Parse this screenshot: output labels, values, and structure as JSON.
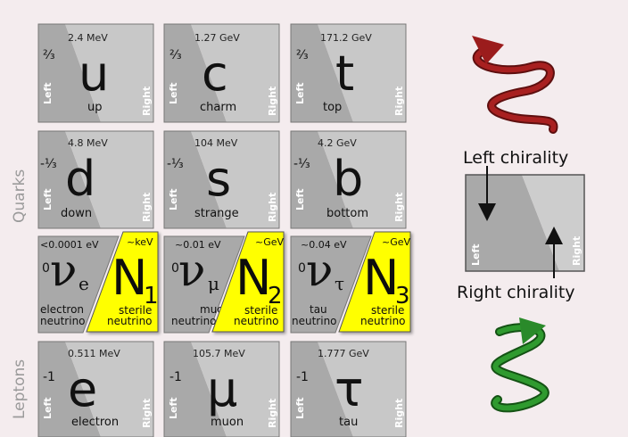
{
  "groups": {
    "quarks": "Quarks",
    "leptons": "Leptons"
  },
  "side_labels": {
    "left": "Left",
    "right": "Right"
  },
  "quarks": [
    {
      "mass": "2.4 MeV",
      "charge": "²⁄₃",
      "symbol": "u",
      "name": "up"
    },
    {
      "mass": "1.27 GeV",
      "charge": "²⁄₃",
      "symbol": "c",
      "name": "charm"
    },
    {
      "mass": "171.2 GeV",
      "charge": "²⁄₃",
      "symbol": "t",
      "name": "top"
    },
    {
      "mass": "4.8 MeV",
      "charge": "-¹⁄₃",
      "symbol": "d",
      "name": "down"
    },
    {
      "mass": "104 MeV",
      "charge": "-¹⁄₃",
      "symbol": "s",
      "name": "strange"
    },
    {
      "mass": "4.2 GeV",
      "charge": "-¹⁄₃",
      "symbol": "b",
      "name": "bottom"
    }
  ],
  "neutrinos": [
    {
      "mass": "<0.0001 eV",
      "charge": "0",
      "symbol": "ν",
      "sub": "e",
      "name1": "electron",
      "name2": "neutrino",
      "sterile": {
        "mass": "~keV",
        "symbol": "N",
        "sub": "1",
        "name1": "sterile",
        "name2": "neutrino"
      }
    },
    {
      "mass": "~0.01 eV",
      "charge": "0",
      "symbol": "ν",
      "sub": "μ",
      "name1": "muon",
      "name2": "neutrino",
      "sterile": {
        "mass": "~GeV",
        "symbol": "N",
        "sub": "2",
        "name1": "sterile",
        "name2": "neutrino"
      }
    },
    {
      "mass": "~0.04 eV",
      "charge": "0",
      "symbol": "ν",
      "sub": "τ",
      "name1": "tau",
      "name2": "neutrino",
      "sterile": {
        "mass": "~GeV",
        "symbol": "N",
        "sub": "3",
        "name1": "sterile",
        "name2": "neutrino"
      }
    }
  ],
  "leptons": [
    {
      "mass": "0.511 MeV",
      "charge": "-1",
      "symbol": "e",
      "name": "electron"
    },
    {
      "mass": "105.7 MeV",
      "charge": "-1",
      "symbol": "μ",
      "name": "muon"
    },
    {
      "mass": "1.777 GeV",
      "charge": "-1",
      "symbol": "τ",
      "name": "tau"
    }
  ],
  "chirality": {
    "left": "Left chirality",
    "right": "Right chirality"
  },
  "colors": {
    "tile_left": "#a9a9a9",
    "tile_right": "#c9c9c9",
    "tile_border": "#777777",
    "sterile": "#ffff00",
    "left_helix": "#9b1c1c",
    "right_helix": "#2a8a2a"
  }
}
